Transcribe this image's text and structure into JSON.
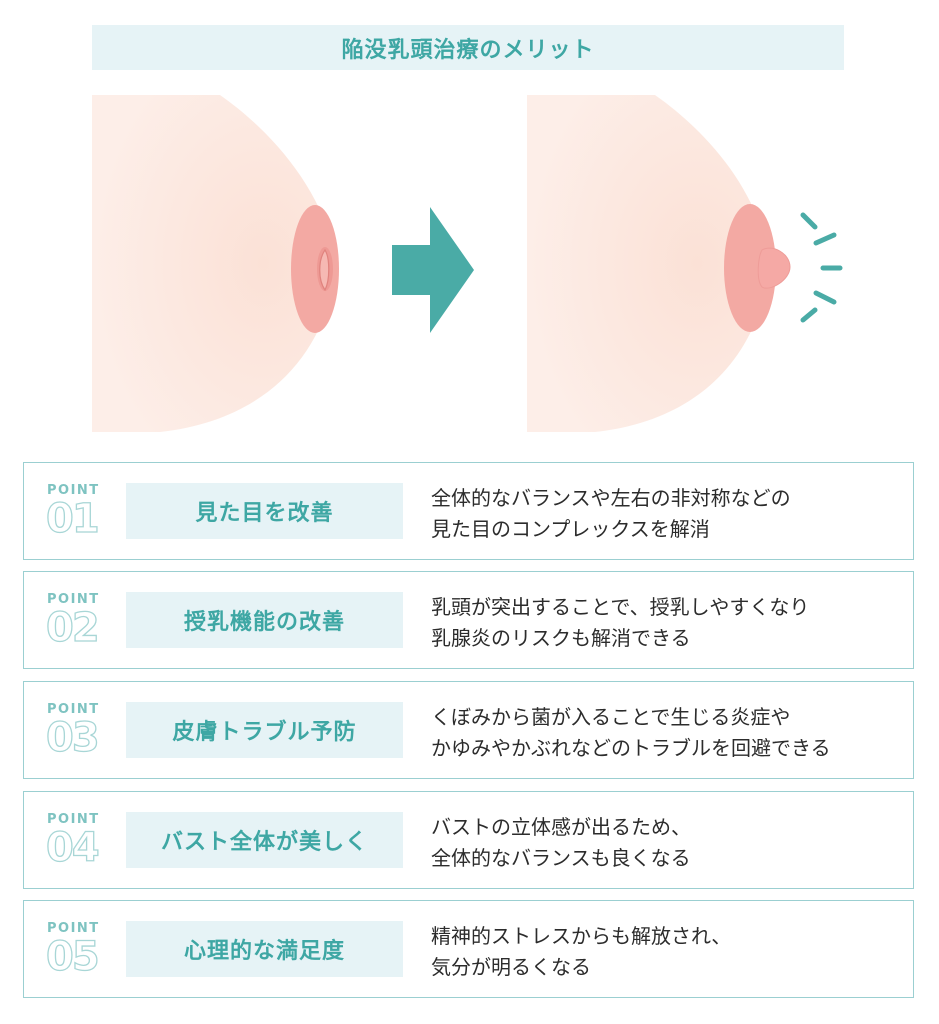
{
  "title": "陥没乳頭治療のメリット",
  "colors": {
    "accent": "#3ea7a4",
    "panel": "#e6f3f6",
    "border": "#9bcfd1",
    "skin": "#fdebe3",
    "areola": "#f3a9a3"
  },
  "illustration": {
    "before_icon": "inverted-nipple-breast",
    "arrow_icon": "arrow-right-icon",
    "after_icon": "everted-nipple-breast"
  },
  "points": [
    {
      "label": "POINT",
      "num": "01",
      "heading": "見た目を改善",
      "lines": [
        "全体的なバランスや左右の非対称などの",
        "見た目のコンプレックスを解消"
      ]
    },
    {
      "label": "POINT",
      "num": "02",
      "heading": "授乳機能の改善",
      "lines": [
        "乳頭が突出することで、授乳しやすくなり",
        "乳腺炎のリスクも解消できる"
      ]
    },
    {
      "label": "POINT",
      "num": "03",
      "heading": "皮膚トラブル予防",
      "lines": [
        "くぼみから菌が入ることで生じる炎症や",
        "かゆみやかぶれなどのトラブルを回避できる"
      ]
    },
    {
      "label": "POINT",
      "num": "04",
      "heading": "バスト全体が美しく",
      "lines": [
        "バストの立体感が出るため、",
        "全体的なバランスも良くなる"
      ]
    },
    {
      "label": "POINT",
      "num": "05",
      "heading": "心理的な満足度",
      "lines": [
        "精神的ストレスからも解放され、",
        "気分が明るくなる"
      ]
    }
  ]
}
